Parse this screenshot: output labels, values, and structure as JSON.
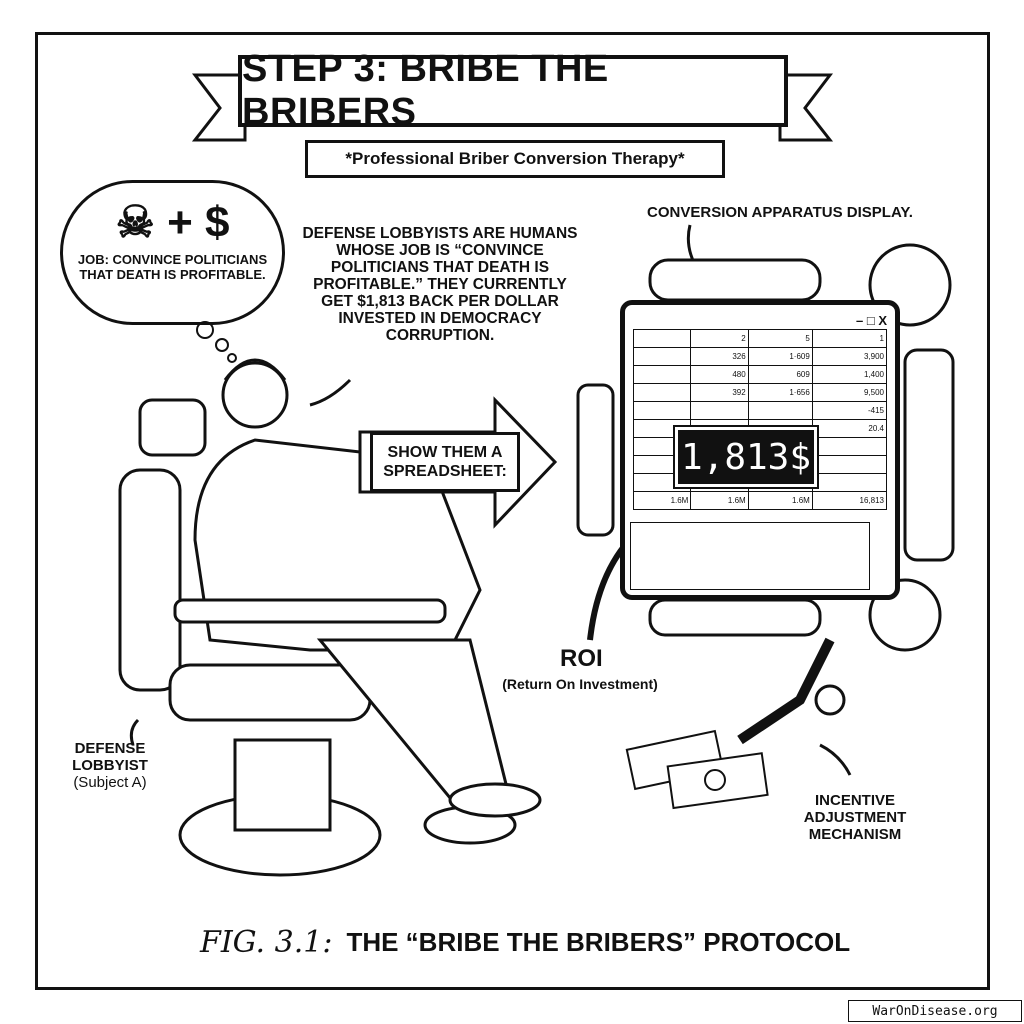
{
  "title": "STEP 3: BRIBE THE BRIBERS",
  "subtitle": "*Professional Briber Conversion Therapy*",
  "thought_bubble": {
    "symbols": "☠ + $",
    "text": "JOB: CONVINCE POLITICIANS THAT DEATH IS PROFITABLE."
  },
  "explanation": "DEFENSE LOBBYISTS ARE HUMANS WHOSE JOB IS “CONVINCE POLITICIANS THAT DEATH IS PROFITABLE.” THEY CURRENTLY GET $1,813 BACK PER DOLLAR INVESTED IN DEMOCRACY CORRUPTION.",
  "apparatus_label": "CONVERSION APPARATUS DISPLAY.",
  "show_label": "SHOW THEM A SPREADSHEET:",
  "window_controls": "– □ X",
  "spreadsheet": {
    "rows": [
      [
        "",
        "2",
        "5",
        "1"
      ],
      [
        "",
        "326",
        "1·609",
        "3,900"
      ],
      [
        "",
        "480",
        "609",
        "1,400"
      ],
      [
        "",
        "392",
        "1·656",
        "9,500"
      ],
      [
        "",
        "",
        "",
        "-415"
      ],
      [
        "",
        "",
        "",
        "20.4"
      ],
      [
        "",
        "",
        "",
        ""
      ],
      [
        "",
        "",
        "",
        ""
      ],
      [
        "",
        "",
        "",
        ""
      ],
      [
        "1.6M",
        "1.6M",
        "1.6M",
        "16,813"
      ]
    ],
    "display_value": "1,813$"
  },
  "roi": {
    "title": "ROI",
    "subtitle": "(Return On Investment)"
  },
  "subject_label": {
    "line1": "DEFENSE",
    "line2": "LOBBYIST",
    "line3": "(Subject A)"
  },
  "mechanism_label": {
    "line1": "INCENTIVE",
    "line2": "ADJUSTMENT",
    "line3": "MECHANISM"
  },
  "caption": {
    "fig": "FIG. 3.1:",
    "text": "THE “BRIBE THE BRIBERS” PROTOCOL"
  },
  "watermark": "WarOnDisease.org"
}
